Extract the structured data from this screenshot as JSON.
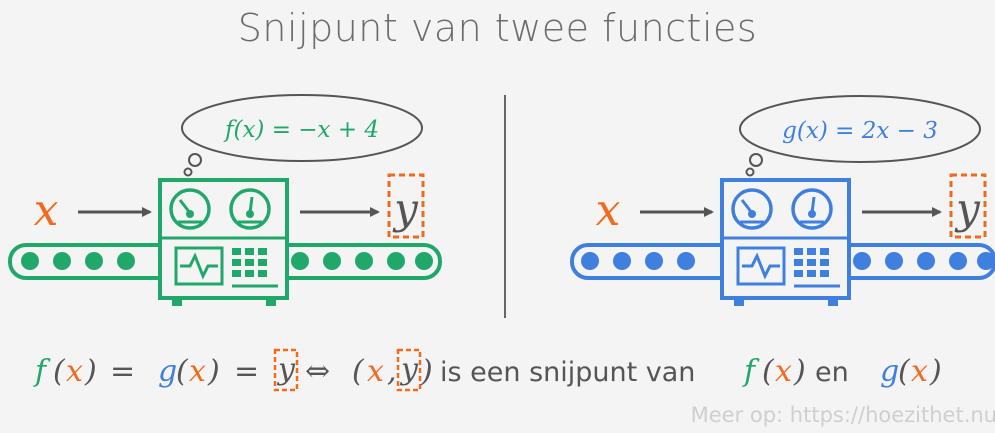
{
  "title": "Snijpunt van twee functies",
  "colors": {
    "green": "#20a86a",
    "blue": "#3f7fde",
    "orange": "#f26a1e",
    "gray": "#6b6b6b",
    "background": "#f4f4f4"
  },
  "left_machine": {
    "input_label": "x",
    "output_label": "y",
    "formula": "f(x) = −x + 4"
  },
  "right_machine": {
    "input_label": "x",
    "output_label": "y",
    "formula": "g(x) = 2x − 3"
  },
  "equation": {
    "f": "f",
    "g": "g",
    "x": "x",
    "y": "y",
    "lparen": "(",
    "rparen": ")",
    "equals": "=",
    "iff": "⇔",
    "comma": ",",
    "text_is": "is een snijpunt van",
    "text_en": "en"
  },
  "footer": "Meer op: https://hoezithet.nu"
}
